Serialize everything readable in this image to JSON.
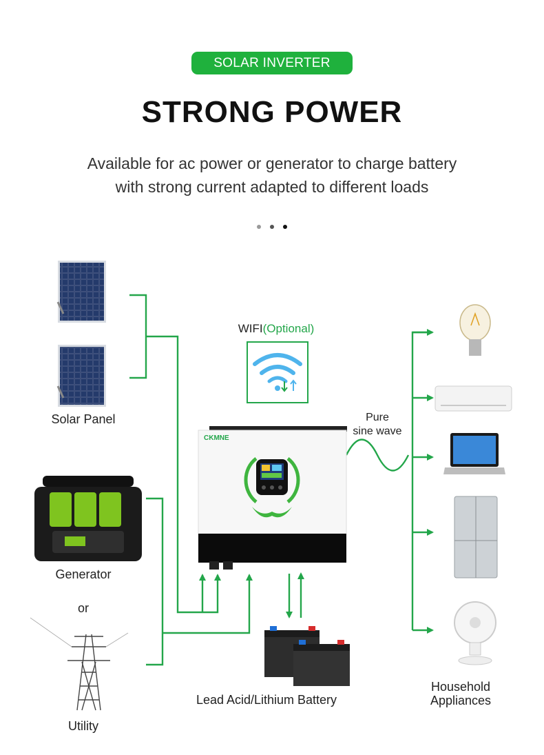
{
  "header": {
    "badge": "SOLAR INVERTER",
    "title": "STRONG POWER",
    "subtitle_line1": "Available for ac power or generator to charge battery",
    "subtitle_line2": "with strong current adapted to different loads"
  },
  "sources": {
    "solar_panel": "Solar Panel",
    "generator": "Generator",
    "or": "or",
    "utility": "Utility"
  },
  "inverter": {
    "brand": "CKMNE",
    "wifi_label": "WIFI",
    "wifi_optional": "(Optional)",
    "output_line1": "Pure",
    "output_line2": "sine wave"
  },
  "battery": {
    "label": "Lead Acid/Lithium Battery"
  },
  "loads": {
    "label_line1": "Household",
    "label_line2": "Appliances"
  },
  "colors": {
    "accent": "#1fb13d",
    "line": "#23a64a",
    "wifi_blue": "#4fb4ec"
  },
  "carousel": {
    "dots": 3,
    "active_index": 2
  }
}
